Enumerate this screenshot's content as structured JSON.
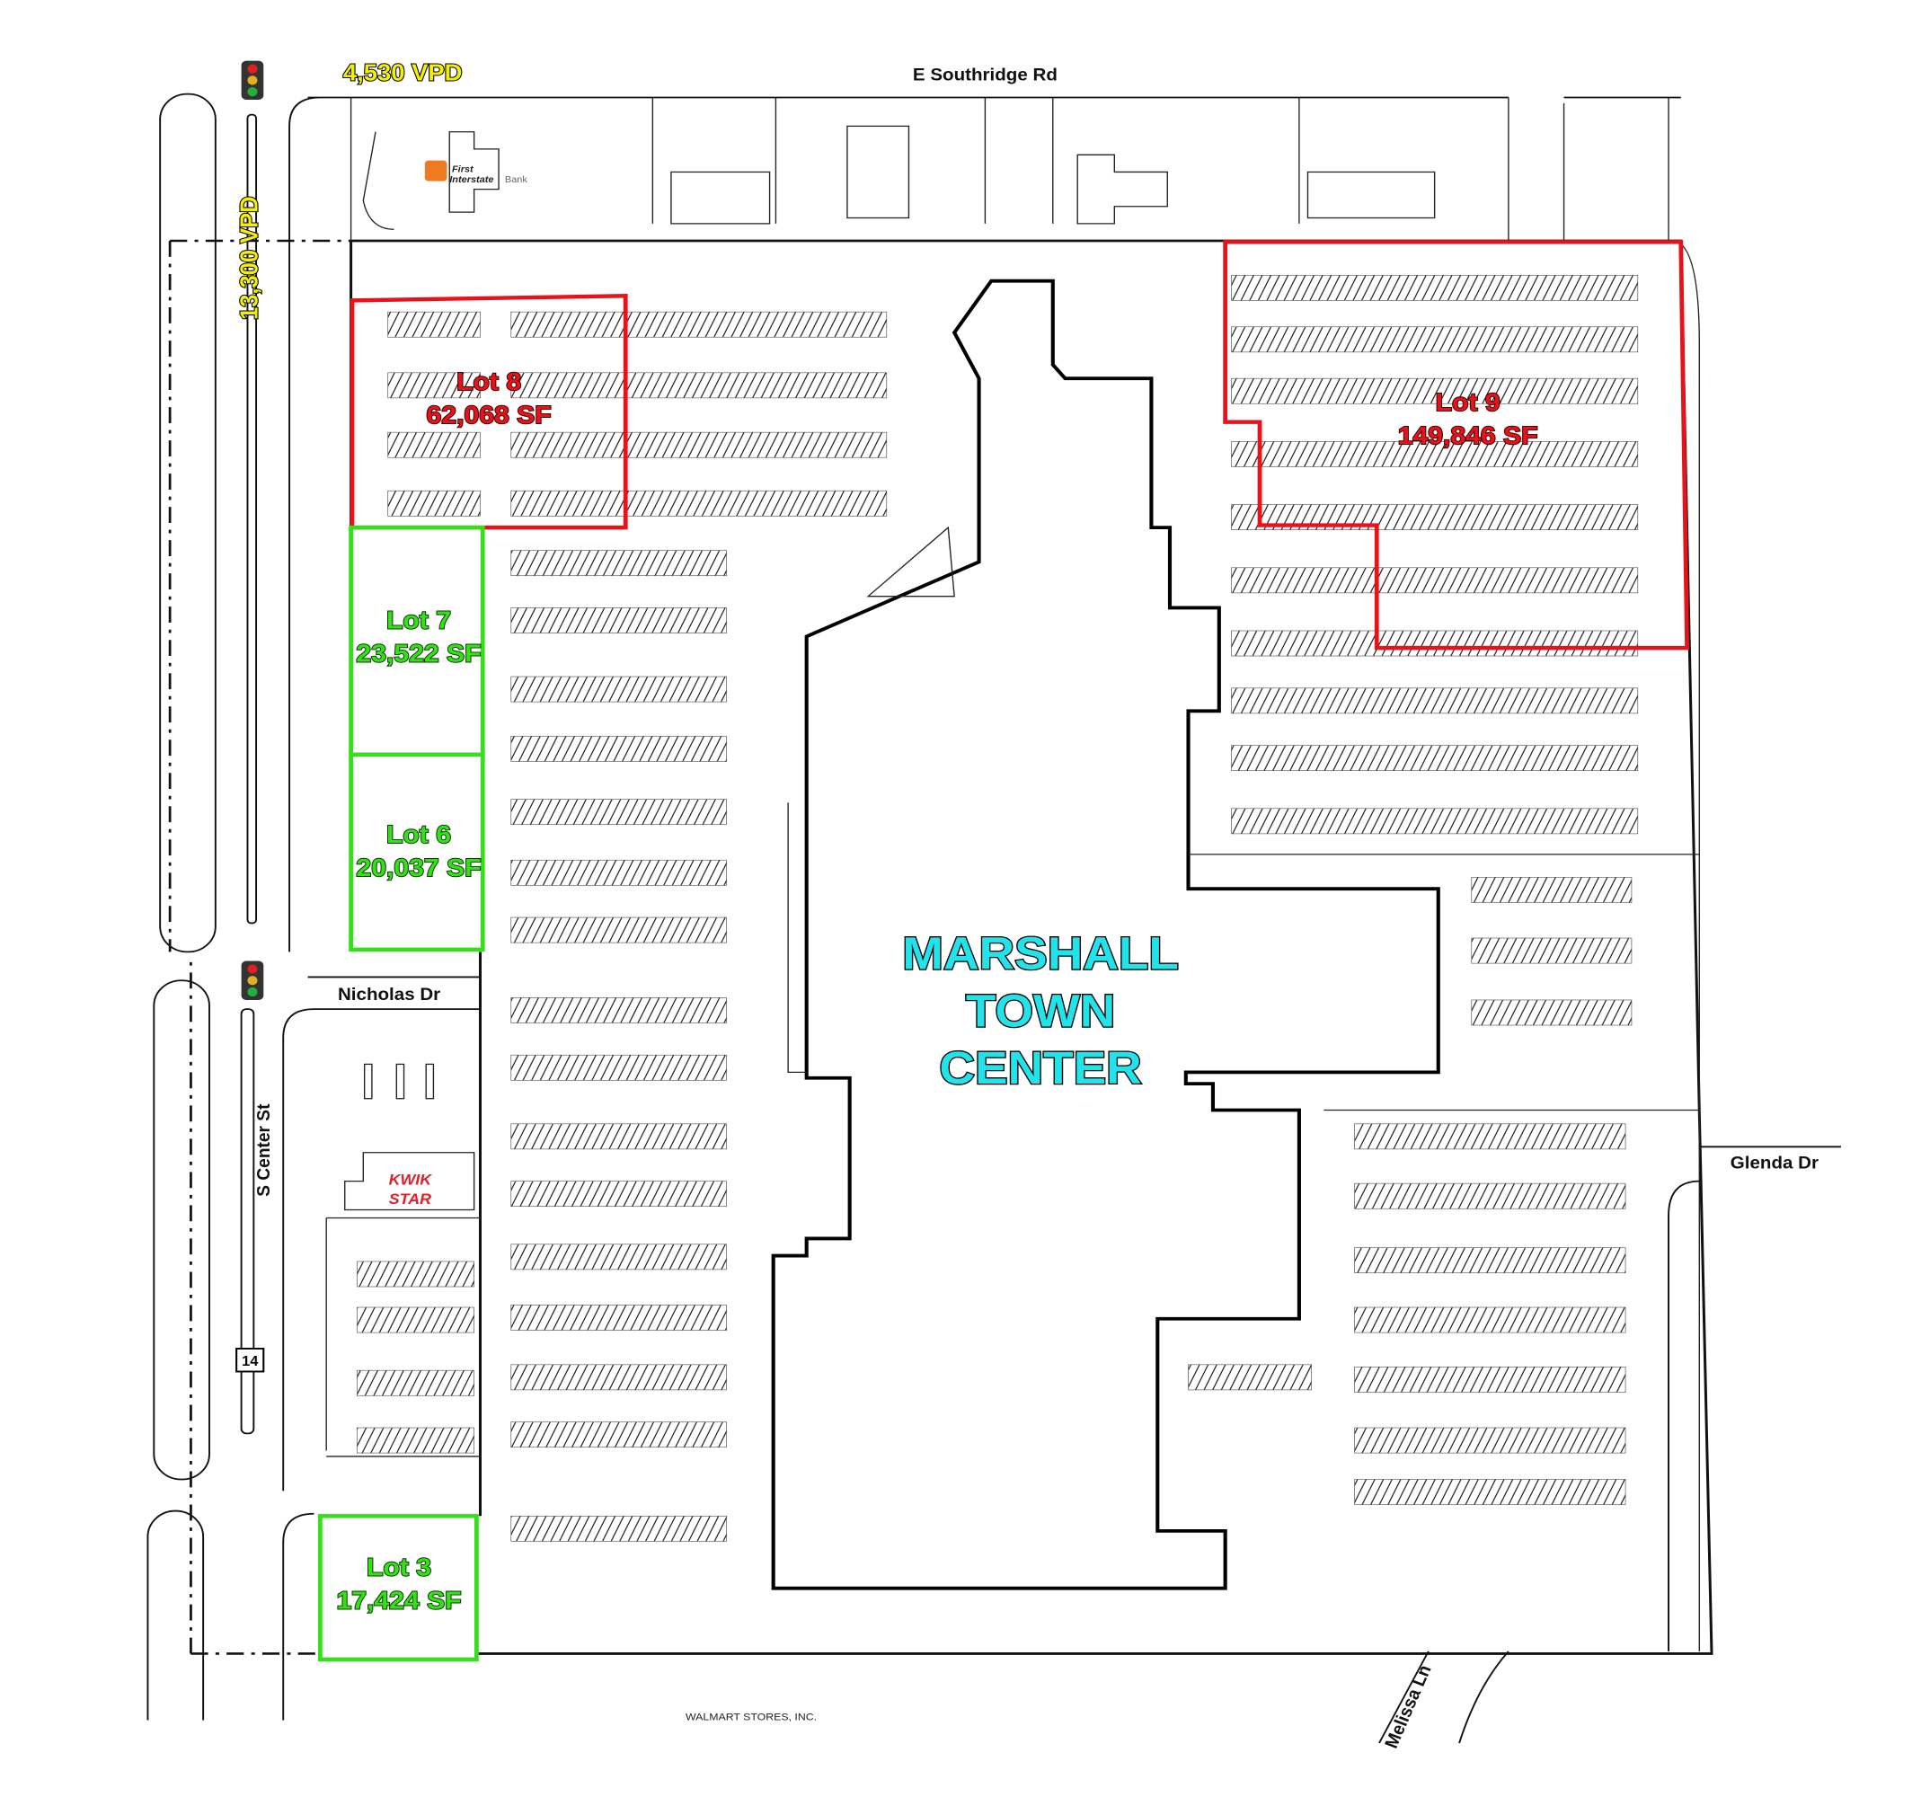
{
  "roads": {
    "north": "E Southridge Rd",
    "west": "S Center St",
    "nicholas": "Nicholas Dr",
    "glenda": "Glenda Dr",
    "melissa": "Melissa Ln",
    "highway_shield": "14"
  },
  "traffic": {
    "north_count": "4,530 VPD",
    "west_count": "13,300 VPD"
  },
  "anchor": {
    "line1": "MARSHALL",
    "line2": "TOWN",
    "line3": "CENTER"
  },
  "lots": [
    {
      "name": "Lot 8",
      "area": "62,068 SF",
      "status_color": "#e8121b"
    },
    {
      "name": "Lot 9",
      "area": "149,846 SF",
      "status_color": "#e8121b"
    },
    {
      "name": "Lot 7",
      "area": "23,522 SF",
      "status_color": "#35e01a"
    },
    {
      "name": "Lot 6",
      "area": "20,037 SF",
      "status_color": "#35e01a"
    },
    {
      "name": "Lot 3",
      "area": "17,424 SF",
      "status_color": "#35e01a"
    }
  ],
  "tenants": {
    "bank_line1": "First",
    "bank_line2": "Interstate",
    "bank_line3": "Bank",
    "kwik_line1": "KWIK",
    "kwik_line2": "STAR"
  },
  "footer": "WALMART STORES, INC."
}
